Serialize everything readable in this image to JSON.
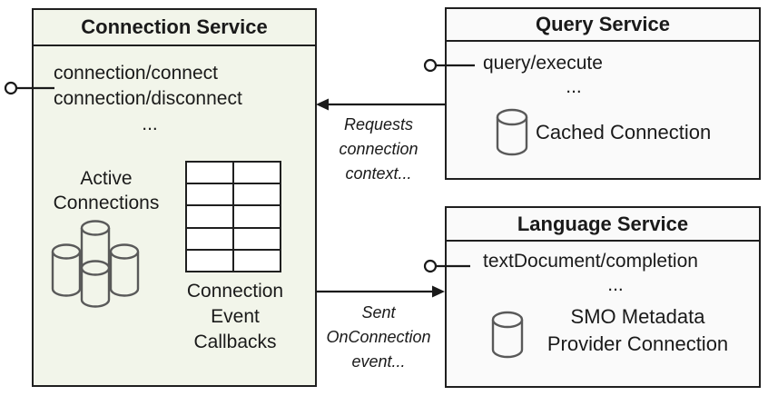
{
  "colors": {
    "connection_box_fill": "#f2f5ea",
    "service_box_fill": "#fafafa",
    "border": "#1f1f1f",
    "icon_stroke": "#595959",
    "text": "#1a1a1a"
  },
  "connection_service": {
    "title": "Connection Service",
    "methods": [
      "connection/connect",
      "connection/disconnect",
      "..."
    ],
    "active_connections_label": "Active Connections",
    "callback_table": {
      "rows": 5,
      "cols": 2
    },
    "callback_label": "Connection Event Callbacks"
  },
  "query_service": {
    "title": "Query Service",
    "methods": [
      "query/execute",
      "..."
    ],
    "cached_connection_label": "Cached Connection"
  },
  "language_service": {
    "title": "Language Service",
    "methods": [
      "textDocument/completion",
      "..."
    ],
    "provider_label": "SMO Metadata Provider Connection"
  },
  "arrows": {
    "requests": {
      "label": "Requests connection context...",
      "direction": "right-to-left"
    },
    "onconnection": {
      "label": "Sent OnConnection event...",
      "direction": "left-to-right"
    }
  }
}
